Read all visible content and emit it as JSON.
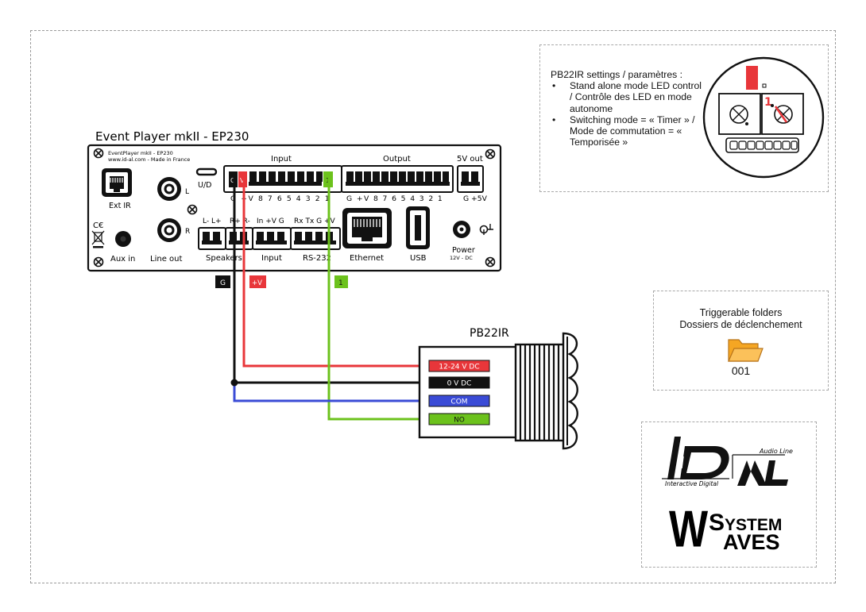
{
  "device": {
    "title": "Event Player mkII - EP230",
    "brand_line1": "EventPlayer mkII - EP230",
    "brand_line2": "www.id-al.com - Made in France",
    "ext_ir": "Ext IR",
    "ud": "U/D",
    "channel_l": "L",
    "channel_r": "R",
    "aux_in": "Aux in",
    "line_out": "Line out",
    "speakers": "Speakers",
    "speaker_pins": "L- L+",
    "speaker_pins_right": "R+ R-",
    "input_small": "Input",
    "input_small_pins": "In +V G",
    "rs232": "RS-232",
    "rs232_pins": "Rx Tx G +V",
    "ethernet": "Ethernet",
    "usb": "USB",
    "power": "Power",
    "power_spec": "12V - DC",
    "input_header": "Input",
    "input_pins": "G +V 8 7 6 5 4 3 2 1",
    "output_header": "Output",
    "output_pins": "G +V 8 7 6 5 4 3 2 1",
    "five_v_header": "5V out",
    "five_v_pins": "G +5V",
    "pin_g": "G",
    "pin_v": "V",
    "pin_1": "1"
  },
  "wire_tags": {
    "g": "G",
    "v": "+V",
    "one": "1"
  },
  "pb22ir": {
    "title": "PB22IR",
    "labels": [
      "12-24 V DC",
      "0 V DC",
      "COM",
      "NO"
    ]
  },
  "settings": {
    "heading": "PB22IR settings / paramètres :",
    "bullets": [
      "Stand alone mode LED control / Contrôle des LED en mode autonome",
      "Switching mode = « Timer » / Mode de commutation = « Temporisée »"
    ],
    "dip_number": "1"
  },
  "folders": {
    "title_en": "Triggerable folders",
    "title_fr": "Dossiers de déclenchement",
    "folder": "001"
  },
  "logos": {
    "idal_line1": "Audio Line",
    "idal_line2": "Interactive Digital",
    "idal_letters": "ID AL",
    "ws_w": "W",
    "ws_s": "S",
    "ws_ystem": "YSTEM",
    "ws_aves": "AVES"
  },
  "colors": {
    "red": "#e8363a",
    "black": "#111111",
    "blue": "#3a4bd6",
    "green": "#6cc21c",
    "folder": "#f5a623"
  }
}
